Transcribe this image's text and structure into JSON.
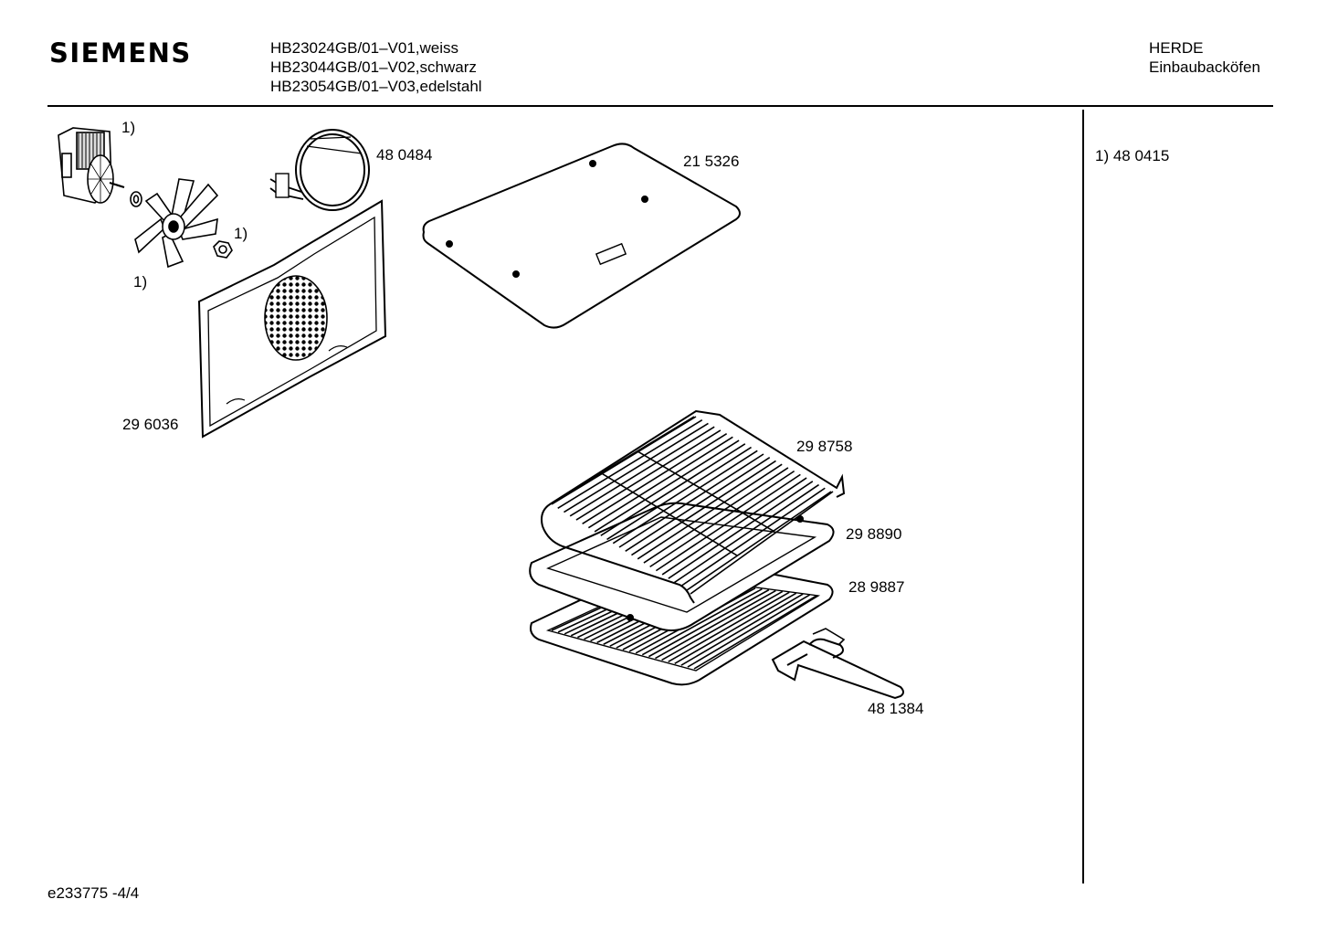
{
  "header": {
    "brand": "SIEMENS",
    "models": [
      "HB23024GB/01–V01,weiss",
      "HB23044GB/01–V02,schwarz",
      "HB23054GB/01–V03,edelstahl"
    ],
    "category_line1": "HERDE",
    "category_line2": "Einbaubackfen"
  },
  "parts": {
    "motor_note": "1)",
    "fan_hub_note": "1)",
    "fan_blade_note": "1)",
    "heating_element": "48 0484",
    "top_panel": "21 5326",
    "rear_panel": "29 6036",
    "wire_shelf": "29 8758",
    "baking_tray": "29 8890",
    "grill_rack": "28 9887",
    "tray_handle": "48 1384"
  },
  "footnotes": {
    "note1": "1) 48 0415"
  },
  "footer": {
    "doc_id": "e233775  -4/4"
  }
}
